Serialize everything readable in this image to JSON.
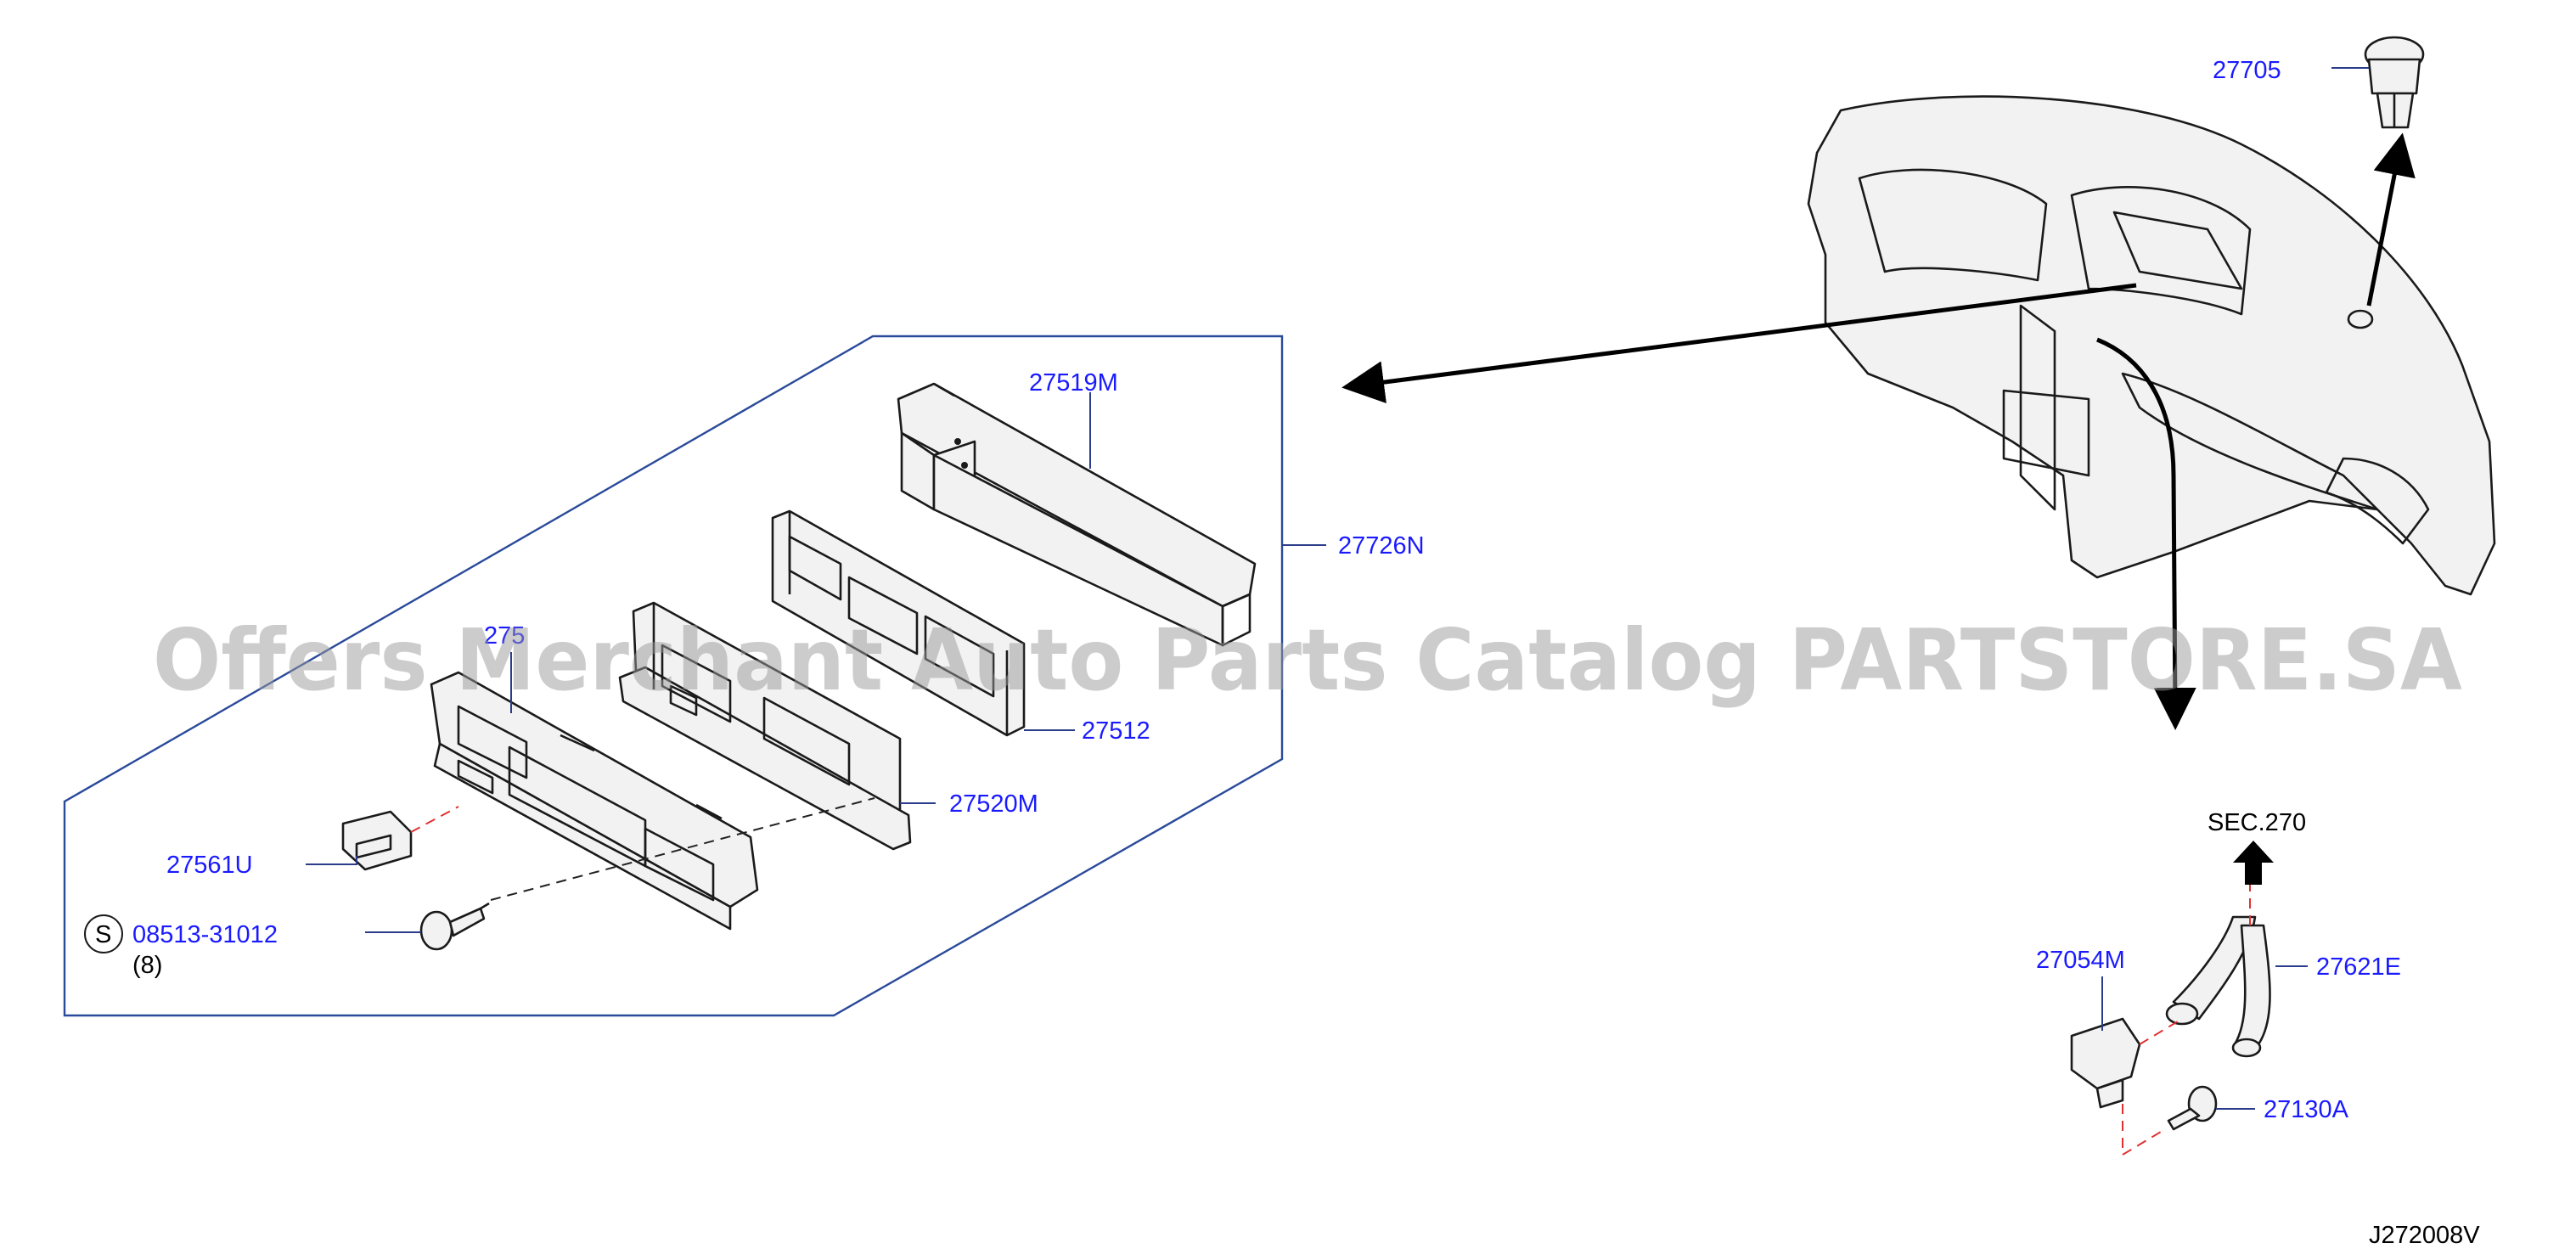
{
  "parts": {
    "p27519M": "27519M",
    "p27726N": "27726N",
    "p27512": "27512",
    "p27520M": "27520M",
    "p27561U": "27561U",
    "p27510_partial": "275",
    "screw_symbol": "S",
    "screw_part": "08513-31012",
    "screw_qty": "(8)",
    "p27705": "27705",
    "p27054M": "27054M",
    "p27621E": "27621E",
    "p27130A": "27130A"
  },
  "section_ref": "SEC.270",
  "diagram_code": "J272008V",
  "watermark": "Offers Merchant Auto Parts Catalog PARTSTORE.SA",
  "colors": {
    "label": "#1a1aff",
    "frame": "#2a4a9a",
    "line": "#1a1a1a",
    "dashed_red": "#e03030"
  }
}
